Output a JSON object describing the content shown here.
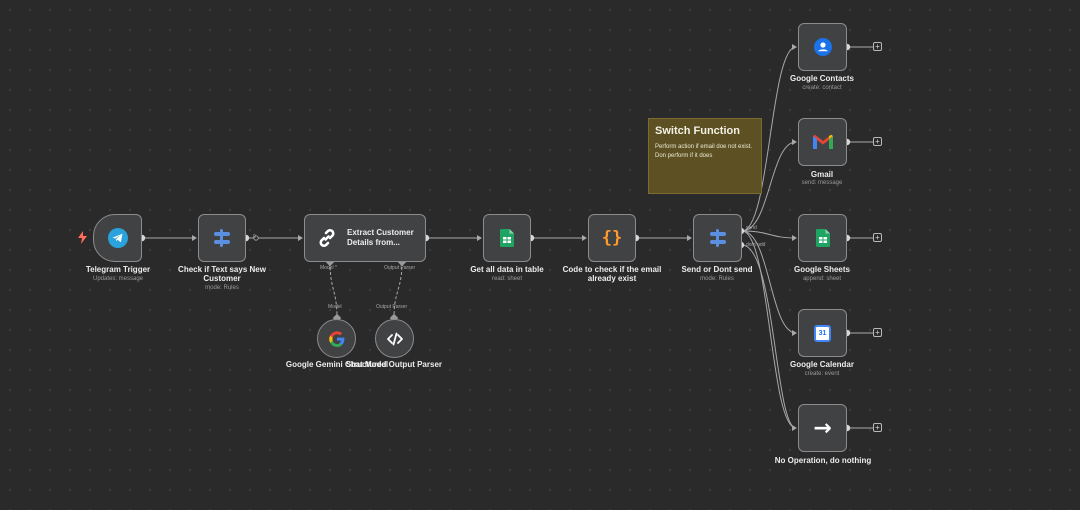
{
  "note": {
    "title": "Switch Function",
    "body": "Perform action if email doe not exist. Don perform if it does"
  },
  "nodes": {
    "telegram_trigger": {
      "label": "Telegram Trigger",
      "sub": "Updates: message"
    },
    "check_text": {
      "label": "Check if Text says New Customer",
      "sub": "mode: Rules",
      "output_label": "0"
    },
    "extract": {
      "label": "Extract Customer Details from...",
      "model_port": "Model *",
      "parser_port": "Output Parser"
    },
    "gemini": {
      "label": "Google Gemini Chat Model",
      "port": "Model"
    },
    "parser": {
      "label": "Structured Output Parser",
      "port": "Output Parser"
    },
    "get_data": {
      "label": "Get all data in table",
      "sub": "read: sheet"
    },
    "code": {
      "label": "Code to check if the email already exist",
      "icon_text": "{}"
    },
    "switch": {
      "label": "Send or Dont send",
      "sub": "mode: Rules",
      "out_send": "send",
      "out_dont": "dont add"
    },
    "contacts": {
      "label": "Google Contacts",
      "sub": "create: contact"
    },
    "gmail": {
      "label": "Gmail",
      "sub": "send: message",
      "icon_text": "M"
    },
    "sheets": {
      "label": "Google Sheets",
      "sub": "append: sheet"
    },
    "calendar": {
      "label": "Google Calendar",
      "sub": "create: event",
      "icon_text": "31"
    },
    "noop": {
      "label": "No Operation, do nothing",
      "icon_text": "→"
    }
  },
  "add_symbol": "+",
  "colors": {
    "canvas": "#2a2a2b",
    "node_fill": "#414244",
    "telegram": "#2aa3dc",
    "sheets_green": "#1fa463",
    "code_orange": "#ff9a2e",
    "note_fill": "#5d5022",
    "trigger_bolt": "#ff6d5a"
  }
}
